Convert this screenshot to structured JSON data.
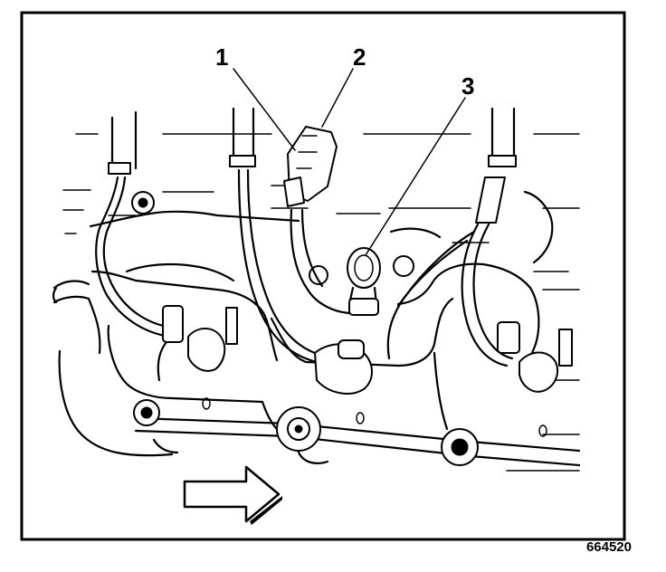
{
  "callouts": [
    {
      "label": "1"
    },
    {
      "label": "2"
    },
    {
      "label": "3"
    }
  ],
  "figure_code": "664520",
  "colors": {
    "ink": "#000000",
    "paper": "#ffffff"
  },
  "icons": [
    "direction-arrow-icon"
  ]
}
